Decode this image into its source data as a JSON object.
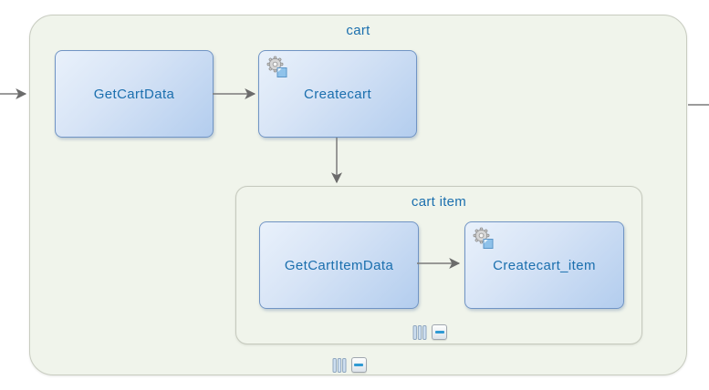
{
  "diagram": {
    "containers": {
      "cart": {
        "label": "cart"
      },
      "cart_item": {
        "label": "cart item"
      }
    },
    "nodes": {
      "get_cart_data": {
        "label": "GetCartData"
      },
      "create_cart": {
        "label": "Createcart",
        "badge_icon": "gear-script-icon"
      },
      "get_cart_item_data": {
        "label": "GetCartItemData"
      },
      "create_cart_item": {
        "label": "Createcart_item",
        "badge_icon": "gear-script-icon"
      }
    },
    "edges": [
      {
        "name": "edge-inbound-to-getcartdata",
        "from": "canvas-left",
        "to": "GetCartData",
        "arrowhead": true
      },
      {
        "name": "edge-getcartdata-to-createcart",
        "from": "GetCartData",
        "to": "Createcart",
        "arrowhead": true
      },
      {
        "name": "edge-createcart-to-cartitem",
        "from": "Createcart",
        "to": "cart item",
        "arrowhead": true
      },
      {
        "name": "edge-getcartitemdata-to-createcartitem",
        "from": "GetCartItemData",
        "to": "Createcart_item",
        "arrowhead": true
      },
      {
        "name": "edge-cart-to-canvas-right",
        "from": "cart",
        "to": "canvas-right",
        "arrowhead": false
      }
    ],
    "footer_icons": {
      "gripper": "gripper-icon",
      "collapse": "collapse-minus-button"
    },
    "colors": {
      "canvas_bg": "#ffffff",
      "container_fill": "#f0f4eb",
      "container_border": "#c8ccc0",
      "node_fill_light": "#e9f1fb",
      "node_fill_dark": "#b3cdee",
      "node_border": "#7094c4",
      "label_text": "#1b6fae",
      "edge": "#6b6b6b",
      "collapse_minus": "#2f9ad3",
      "gear_gray": "#cfcfcf",
      "badge_square_blue": "#8fc2ea"
    }
  }
}
